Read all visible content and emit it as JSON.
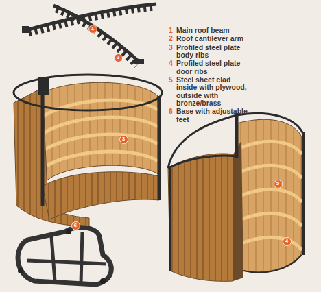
{
  "diagram": {
    "nodes": [
      {
        "text": [
          "1"
        ]
      },
      {
        "text": [
          "2"
        ]
      },
      {
        "text": [
          "3"
        ]
      },
      {
        "text": [
          "4"
        ]
      },
      {
        "text": [
          "5"
        ]
      },
      {
        "text": [
          "6"
        ]
      }
    ],
    "labels": [
      "1",
      "Main roof beam",
      "2",
      "Roof cantilever arm",
      "3",
      "Profiled steel plate body ribs",
      "4",
      "Profiled steel plate door ribs",
      "5",
      "Steel sheet clad inside with plywood, outside with bronze/brass",
      "6",
      "Base with adjustable feet"
    ]
  }
}
